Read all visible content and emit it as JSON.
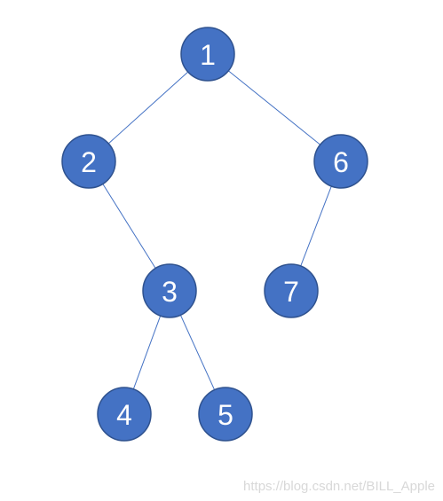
{
  "diagram": {
    "type": "binary-tree",
    "node_color": "#4472c4",
    "node_border_color": "#2f528f",
    "edge_color": "#4472c4",
    "label_color": "#ffffff",
    "nodes": [
      {
        "id": "n1",
        "label": "1"
      },
      {
        "id": "n2",
        "label": "2"
      },
      {
        "id": "n6",
        "label": "6"
      },
      {
        "id": "n3",
        "label": "3"
      },
      {
        "id": "n7",
        "label": "7"
      },
      {
        "id": "n4",
        "label": "4"
      },
      {
        "id": "n5",
        "label": "5"
      }
    ],
    "edges": [
      {
        "from": "n1",
        "to": "n2"
      },
      {
        "from": "n1",
        "to": "n6"
      },
      {
        "from": "n2",
        "to": "n3"
      },
      {
        "from": "n6",
        "to": "n7"
      },
      {
        "from": "n3",
        "to": "n4"
      },
      {
        "from": "n3",
        "to": "n5"
      }
    ]
  },
  "watermark": {
    "text": "https://blog.csdn.net/BILL_Apple"
  }
}
